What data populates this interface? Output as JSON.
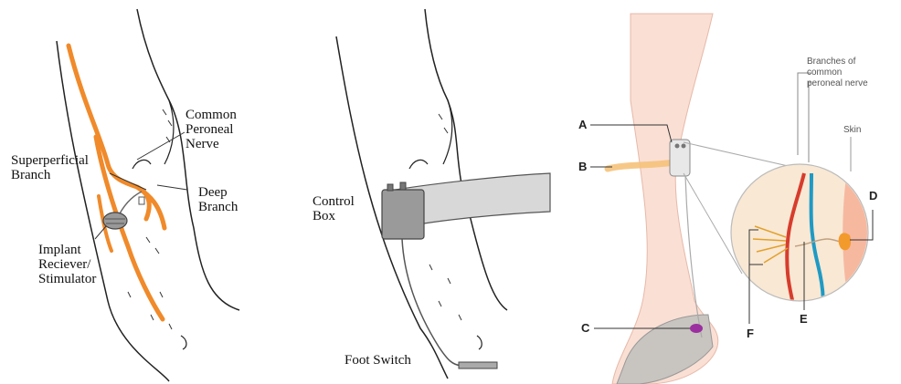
{
  "colors": {
    "nerve_orange": "#f08a2a",
    "skin_left": "#f9e4dc",
    "skin_right": "#f6c8b4",
    "circle_fill": "#f8e8d4",
    "red_nerve": "#d73c2c",
    "blue_nerve": "#1f9ac4",
    "implant_purple": "#9b2fa0"
  },
  "figure_a": {
    "labels": {
      "common_peroneal": "Common\nPeroneal\nNerve",
      "superficial": "Superperficial\nBranch",
      "deep": "Deep\nBranch",
      "implant": "Implant\nReciever/\nStimulator"
    }
  },
  "figure_b": {
    "labels": {
      "control_box": "Control\nBox",
      "foot_switch": "Foot Switch"
    }
  },
  "figure_c": {
    "labels": {
      "branches": "Branches of\ncommon\nperoneal nerve",
      "skin": "Skin",
      "A": "A",
      "B": "B",
      "C": "C",
      "D": "D",
      "E": "E",
      "F": "F"
    }
  }
}
